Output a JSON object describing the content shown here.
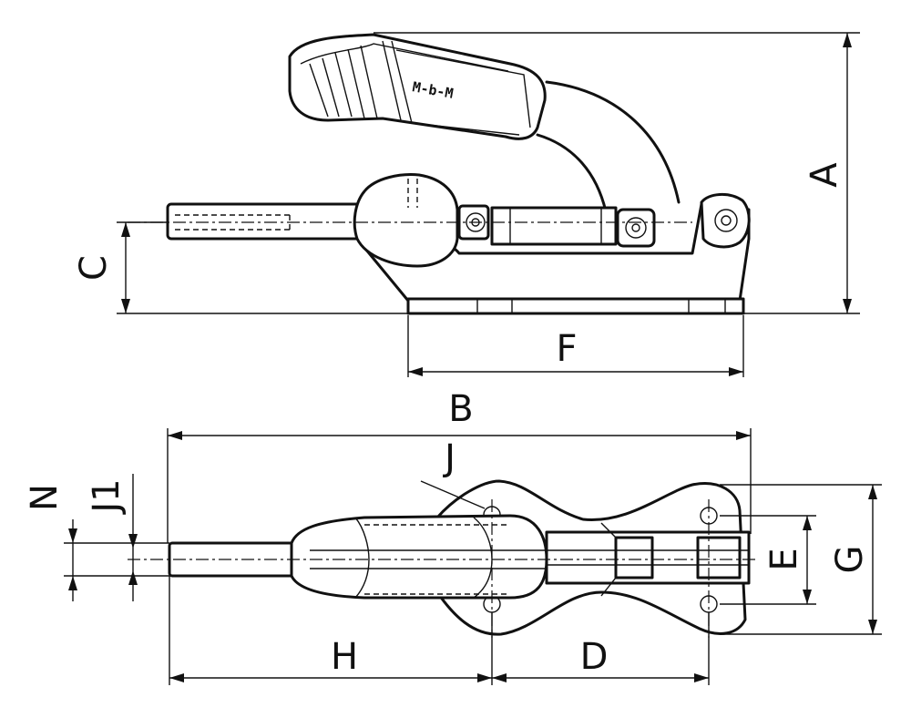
{
  "diagram": {
    "labels": {
      "A": "A",
      "B": "B",
      "C": "C",
      "D": "D",
      "E": "E",
      "F": "F",
      "G": "G",
      "H": "H",
      "J": "J",
      "J1": "J1",
      "N": "N"
    },
    "handle_brand": "M-b-M"
  }
}
